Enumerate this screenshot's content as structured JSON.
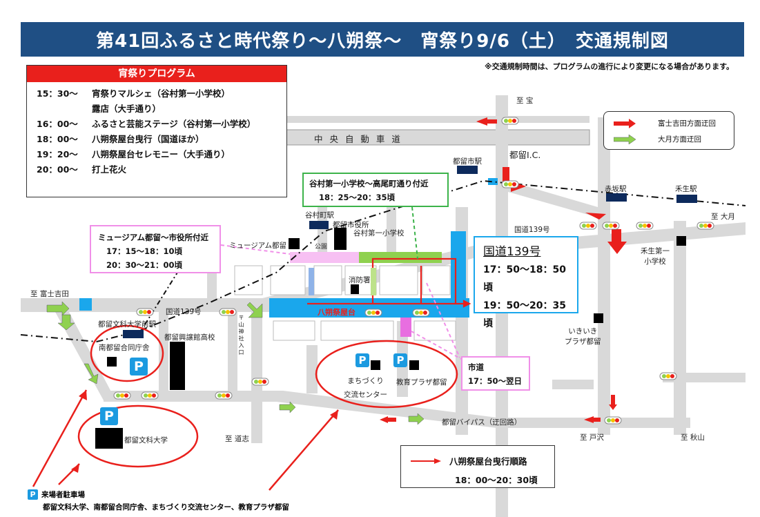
{
  "title": "第41回ふるさと時代祭り〜八朔祭〜　宵祭り9/6（土）　交通規制図",
  "note": "※交通規制時間は、プログラムの進行により変更になる場合があります。",
  "program": {
    "header": "宵祭りプログラム",
    "items": [
      {
        "time": "15：30〜",
        "text": "宵祭りマルシェ（谷村第一小学校）"
      },
      {
        "time": "",
        "text": "露店（大手通り）"
      },
      {
        "time": "16：00〜",
        "text": "ふるさと芸能ステージ（谷村第一小学校）"
      },
      {
        "time": "18：00〜",
        "text": "八朔祭屋台曳行（国道ほか）"
      },
      {
        "time": "19：20〜",
        "text": "八朔祭屋台セレモニー（大手通り）"
      },
      {
        "time": "20：00〜",
        "text": "打上花火"
      }
    ]
  },
  "callouts": {
    "yamura": {
      "title": "谷村第一小学校〜高尾町通り付近",
      "time": "18：25〜20：35頃"
    },
    "museum": {
      "title": "ミュージアム都留〜市役所付近",
      "time1": "17：15〜18：10頃",
      "time2": "20：30〜21：00頃"
    },
    "route139": {
      "title": "国道139号",
      "time1": "17：50〜18：50頃",
      "time2": "19：50〜20：35頃"
    },
    "citystreet": {
      "title": "市道",
      "time": "17：50〜翌日"
    }
  },
  "legend": {
    "detour_fuji": "富士吉田方面迂回",
    "detour_otsuki": "大月方面迂回",
    "route_title": "八朔祭屋台曳行順路",
    "route_time": "18：00〜20：30頃"
  },
  "parking": {
    "label": "来場者駐車場",
    "list": "都留文科大学、南都留合同庁舎、まちづくり交流センター、教育プラザ都留",
    "p": "P"
  },
  "labels": {
    "to_takara": "至 宝",
    "expressway": "中 央 自 動 車 道",
    "tsuru_ic": "都留I.C.",
    "tsurushi_st": "都留市駅",
    "akasaka_st": "赤坂駅",
    "kasei_st": "禾生駅",
    "to_otsuki": "至 大月",
    "route139_a": "国道139号",
    "route139_b": "国道139号",
    "yamuramachi_st": "谷村町駅",
    "city_office": "都留市役所",
    "yamura_school": "谷村第一小学校",
    "museum": "ミュージアム都留",
    "park": "公園",
    "fire_station": "消防署",
    "kasei_school_a": "禾生第一",
    "kasei_school_b": "小学校",
    "to_fujiyoshida": "至 富士吉田",
    "bunkadai_st": "都留文科大学前駅",
    "minamitsuru": "南都留合同庁舎",
    "koujou_hs": "都留興譲館高校",
    "ikiiki_a": "いきいき",
    "ikiiki_b": "プラザ都留",
    "machizukuri_a": "まちづくり",
    "machizukuri_b": "交流センター",
    "kyouiku": "教育プラザ都留",
    "yatai": "八朔祭屋台",
    "bunkadai": "都留文科大学",
    "to_doshi": "至 道志",
    "bypass": "都留バイパス（迂回路）",
    "to_tosawa": "至 戸沢",
    "to_akiyama": "至 秋山",
    "shrine_road": "〒山神社入口"
  },
  "colors": {
    "title_bg": "#1f4f84",
    "road": "#d9d9d9",
    "regulated_road": "#1aa7ec",
    "route": "#e9201c",
    "detour_green": "#8fd14f",
    "pink": "#f08fe8",
    "green_callout": "#3cb34a",
    "station": "#0d2a5c",
    "parking": "#1b9ae0"
  }
}
